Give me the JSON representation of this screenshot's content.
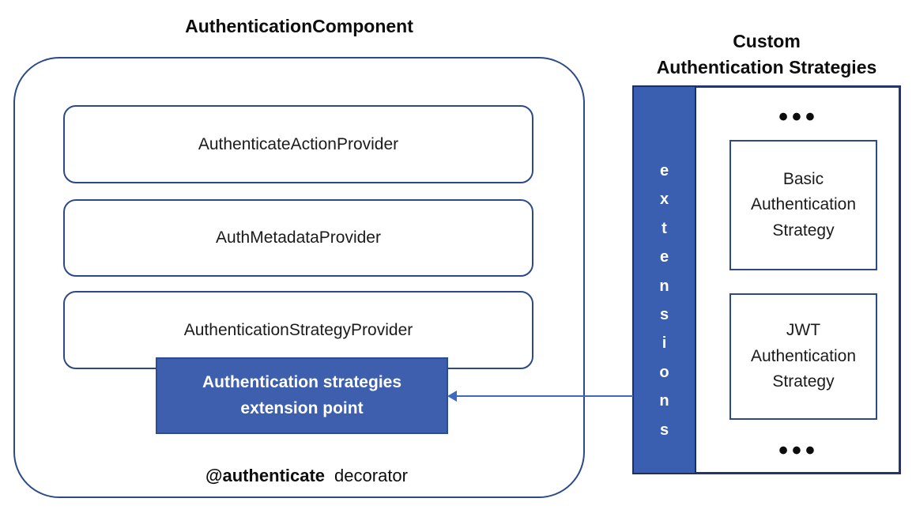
{
  "left_panel": {
    "title": "AuthenticationComponent",
    "providers": [
      "AuthenticateActionProvider",
      "AuthMetadataProvider",
      "AuthenticationStrategyProvider"
    ],
    "extension_point_label": "Authentication strategies\nextension point",
    "decorator_bold": "@authenticate",
    "decorator_regular": "decorator"
  },
  "right_panel": {
    "title": "Custom\nAuthentication Strategies",
    "extensions_label": "e\nx\nt\ne\nn\ns\ni\no\nn\ns",
    "ellipsis_top": "•••",
    "strategies": [
      "Basic\nAuthentication\nStrategy",
      "JWT\nAuthentication\nStrategy"
    ],
    "ellipsis_bottom": "•••"
  },
  "colors": {
    "fill_blue": "#3d5fae",
    "bar_blue": "#3a5fb0",
    "border_navy": "#2b4a87",
    "border_dark": "#23366b",
    "arrow_blue": "#3f69c0"
  }
}
